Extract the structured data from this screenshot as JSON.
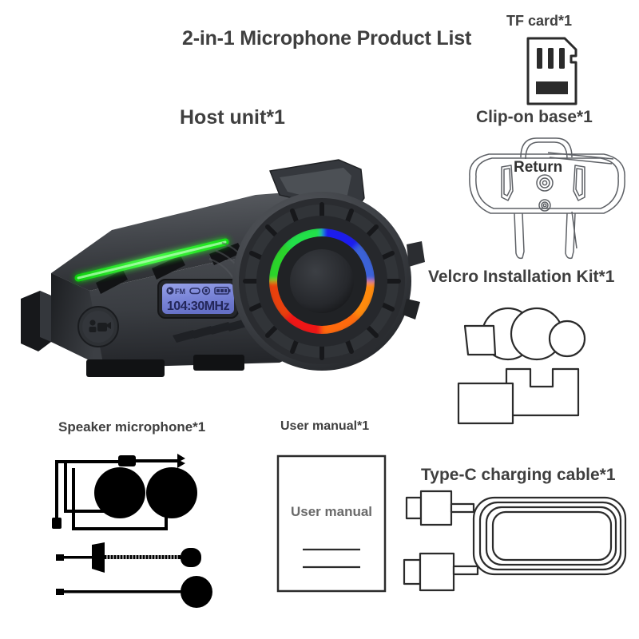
{
  "page": {
    "title": "2-in-1 Microphone Product List",
    "background": "#ffffff",
    "text_color": "#3f3f3f"
  },
  "items": [
    {
      "key": "host_unit",
      "label": "Host unit*1",
      "icon": "bluetooth-intercom-device",
      "display": {
        "frequency": "104:30MHz",
        "indicators": [
          "bluetooth-icon",
          "fm-label",
          "link-icon",
          "phone-icon",
          "battery-icon"
        ],
        "fm_label": "FM",
        "screen_color": "#7a86d6",
        "led_strip_color": "#2fe52f"
      },
      "rgb_ring": {
        "colors": [
          "#1b9be0",
          "#1414e6",
          "#ff8c10",
          "#ff1414",
          "#14d414",
          "#14e614"
        ],
        "order": "green-top-left, blue-top-right, orange-right, red-bottom-left"
      },
      "button": "intercom-button"
    },
    {
      "key": "tf_card",
      "label": "TF card*1",
      "icon": "microsd-card"
    },
    {
      "key": "clip_base",
      "label": "Clip-on base*1",
      "icon": "clip-mount-bracket",
      "overlay_text": "Return"
    },
    {
      "key": "velcro",
      "label": "Velcro Installation Kit*1",
      "icon": "velcro-pads"
    },
    {
      "key": "speaker_mic",
      "label": "Speaker microphone*1",
      "icon": "headset-speakers-and-mics"
    },
    {
      "key": "manual",
      "label": "User manual*1",
      "icon": "booklet",
      "cover_text": "User manual"
    },
    {
      "key": "typec",
      "label": "Type-C charging cable*1",
      "icon": "usb-c-cable"
    }
  ]
}
